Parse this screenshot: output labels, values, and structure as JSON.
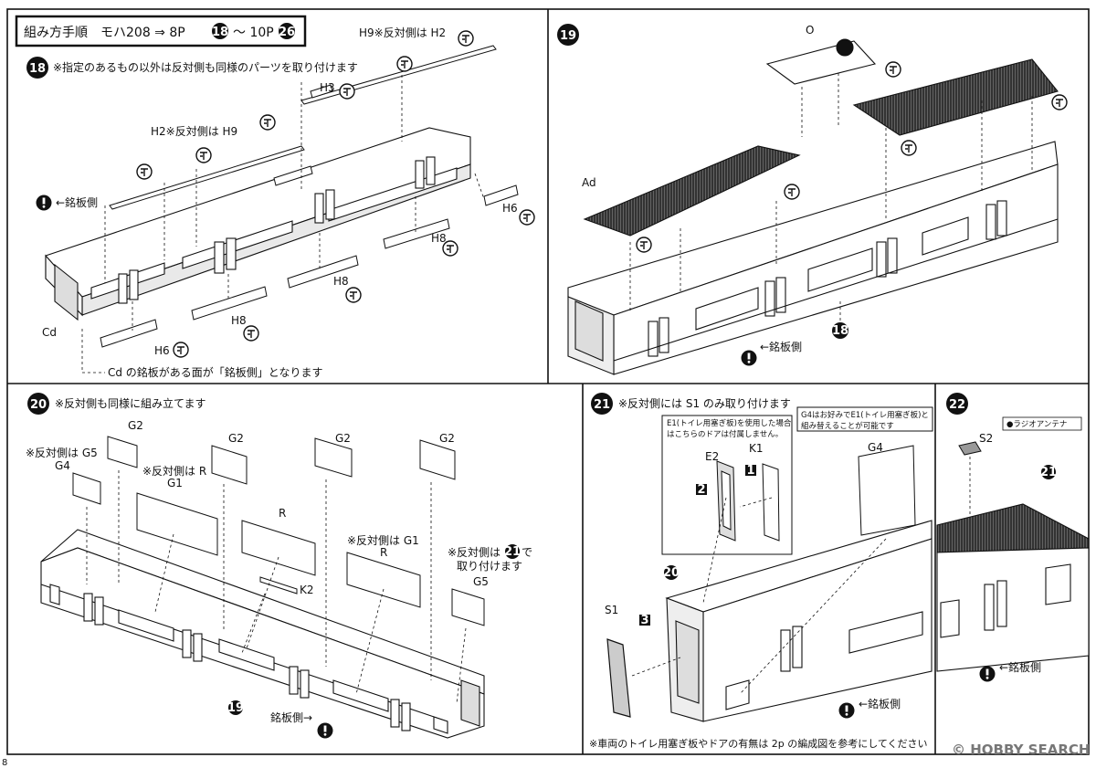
{
  "header": {
    "title": "組み方手順　モハ208 ⇒ 8P",
    "step_from": "18",
    "range_sep": "～ 10P",
    "step_to": "26"
  },
  "step18": {
    "num": "18",
    "note": "※指定のあるもの以外は反対側も同様のパーツを取り付けます",
    "labels": {
      "h9_opp_h2": "H9※反対側は H2",
      "h3": "H3",
      "h2_opp_h9": "H2※反対側は H9",
      "nameplate_side": "←銘板側",
      "h6_a": "H6",
      "h8_a": "H8",
      "h8_b": "H8",
      "h8_c": "H8",
      "h6_b": "H6",
      "cd": "Cd",
      "cd_note": "Cd の銘板がある面が「銘板側」となります"
    }
  },
  "step19": {
    "num": "19",
    "labels": {
      "o": "O",
      "ad": "Ad",
      "ref18": "18",
      "nameplate_side": "←銘板側"
    }
  },
  "step20": {
    "num": "20",
    "note": "※反対側も同様に組み立てます",
    "labels": {
      "g2_a": "G2",
      "g2_b": "G2",
      "g2_c": "G2",
      "g2_d": "G2",
      "opp_g5": "※反対側は G5",
      "g4": "G4",
      "opp_r": "※反対側は R",
      "g1": "G1",
      "r_a": "R",
      "opp_g1": "※反対側は G1",
      "r_b": "R",
      "opp_21_a": "※反対側は",
      "opp_21_ref": "21",
      "opp_21_b": "で",
      "opp_21_c": "取り付けます",
      "g5": "G5",
      "k2": "K2",
      "ref19": "19",
      "nameplate_side": "銘板側→"
    }
  },
  "step21": {
    "num": "21",
    "note": "※反対側には S1 のみ取り付けます",
    "box1_l1": "E1(トイレ用塞ぎ板)を使用した場合",
    "box1_l2": "はこちらのドアは付属しません。",
    "e2": "E2",
    "k1": "K1",
    "box2_l1": "G4はお好みでE1(トイレ用塞ぎ板)と",
    "box2_l2": "組み替えることが可能です",
    "g4": "G4",
    "s1": "S1",
    "ref20": "20",
    "n1": "1",
    "n2": "2",
    "n3": "3",
    "nameplate_side": "←銘板側",
    "footnote": "※車両のトイレ用塞ぎ板やドアの有無は 2p の編成図を参考にしてください"
  },
  "step22": {
    "num": "22",
    "legend": "●ラジオアンテナ",
    "s2": "S2",
    "ref21": "21",
    "nameplate_side": "←銘板側"
  },
  "page_number": "8",
  "watermark": "© HOBBY SEARCH"
}
